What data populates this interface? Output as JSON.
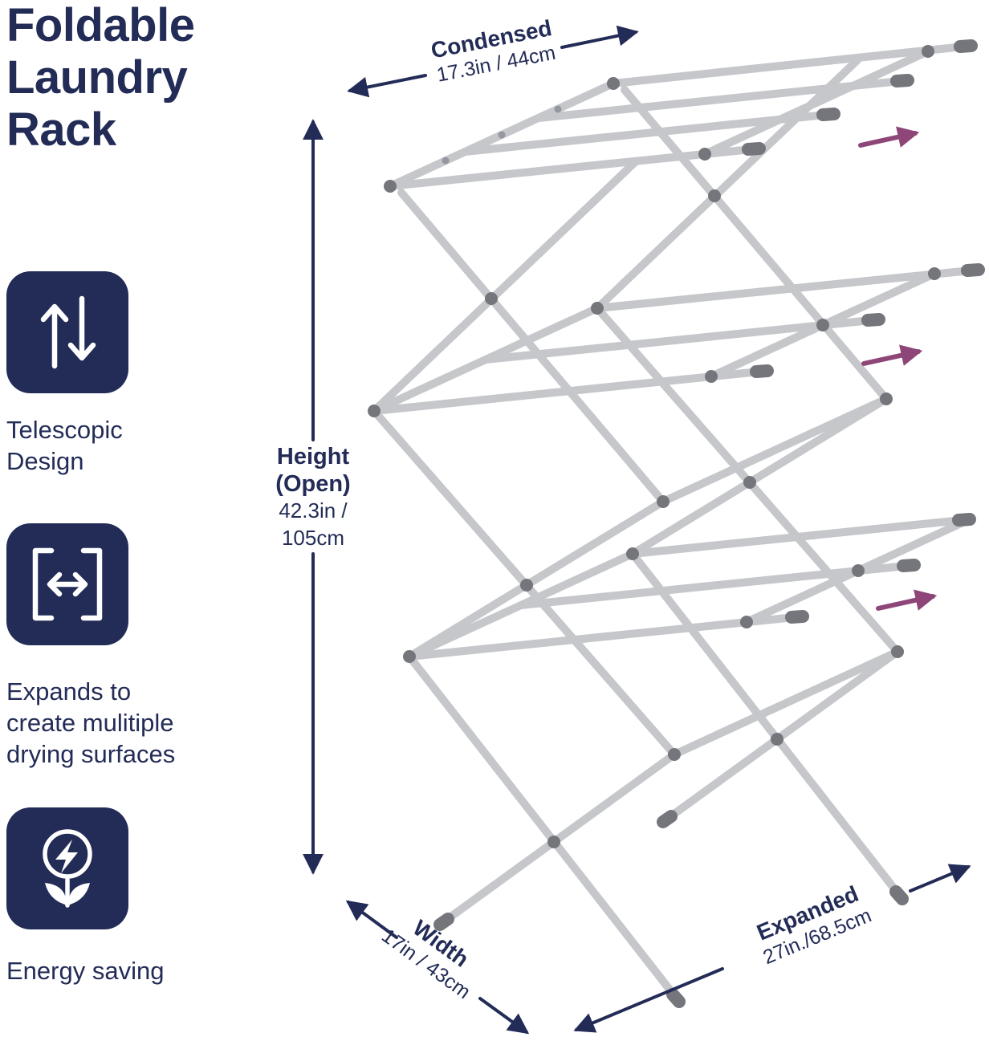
{
  "title": {
    "lines": [
      "Foldable",
      "Laundry",
      "Rack"
    ]
  },
  "features": [
    {
      "icon": "telescopic-arrows-icon",
      "label": "Telescopic Design",
      "label_lines": [
        "Telescopic",
        "Design"
      ]
    },
    {
      "icon": "expand-brackets-icon",
      "label": "Expands to create mulitiple drying surfaces",
      "label_lines": [
        "Expands to",
        "create mulitiple",
        "drying surfaces"
      ]
    },
    {
      "icon": "energy-saving-bulb-icon",
      "label": "Energy saving",
      "label_lines": [
        "Energy saving"
      ]
    }
  ],
  "dimensions": {
    "condensed": {
      "label": "Condensed",
      "value": "17.3in / 44cm"
    },
    "height_open": {
      "label_lines": [
        "Height",
        "(Open)"
      ],
      "value_lines": [
        "42.3in /",
        "105cm"
      ]
    },
    "width": {
      "label": "Width",
      "value": "17in / 43cm"
    },
    "expanded": {
      "label": "Expanded",
      "value": "27in./68.5cm"
    }
  },
  "colors": {
    "navy": "#232c57",
    "rack_gray": "#c6c7cb",
    "joint_gray": "#74767c",
    "accent_purple": "#8d4677"
  }
}
